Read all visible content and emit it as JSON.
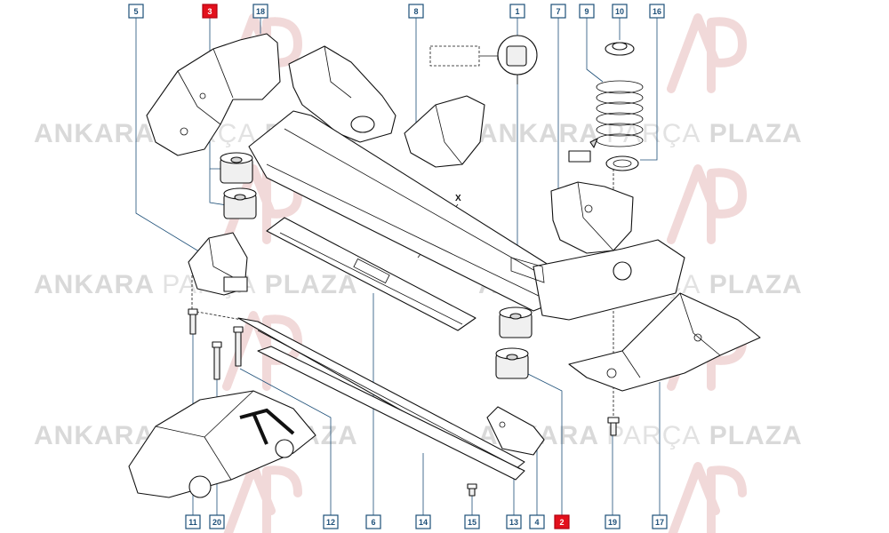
{
  "watermark": {
    "word1": "ANKARA",
    "word2": "PARÇA",
    "word3": "PLAZA"
  },
  "diagram_marker": "X",
  "colors": {
    "callout_border": "#1d4f78",
    "callout_highlight": "#e3101c",
    "watermark": "#d9d9d9",
    "logo": "#f1d9d9"
  },
  "callouts_top": [
    {
      "label": "5",
      "highlight": false
    },
    {
      "label": "3",
      "highlight": true
    },
    {
      "label": "18",
      "highlight": false
    },
    {
      "label": "8",
      "highlight": false
    },
    {
      "label": "1",
      "highlight": false
    },
    {
      "label": "7",
      "highlight": false
    },
    {
      "label": "9",
      "highlight": false
    },
    {
      "label": "10",
      "highlight": false
    },
    {
      "label": "16",
      "highlight": false
    }
  ],
  "callouts_bottom": [
    {
      "label": "11",
      "highlight": false
    },
    {
      "label": "20",
      "highlight": false
    },
    {
      "label": "12",
      "highlight": false
    },
    {
      "label": "6",
      "highlight": false
    },
    {
      "label": "14",
      "highlight": false
    },
    {
      "label": "15",
      "highlight": false
    },
    {
      "label": "13",
      "highlight": false
    },
    {
      "label": "4",
      "highlight": false
    },
    {
      "label": "2",
      "highlight": true
    },
    {
      "label": "19",
      "highlight": false
    },
    {
      "label": "17",
      "highlight": false
    }
  ]
}
